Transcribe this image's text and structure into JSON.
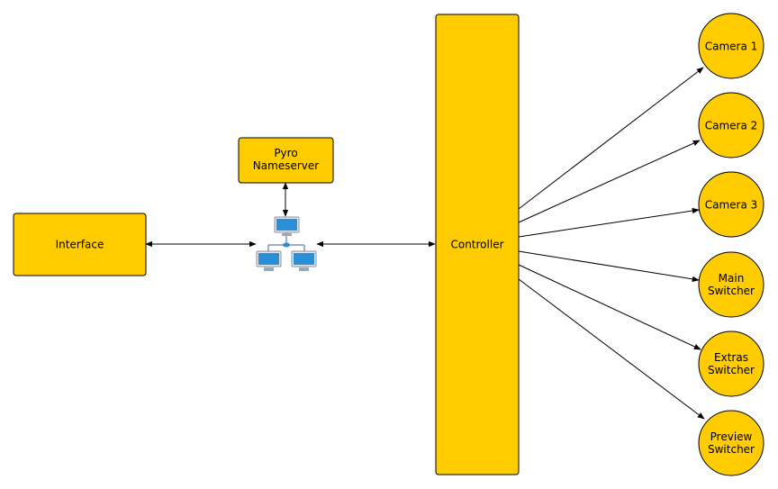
{
  "colors": {
    "node_fill": "#ffcc00",
    "node_stroke": "#000000",
    "edge": "#000000",
    "monitor_body": "#2a8fd6",
    "monitor_frame": "#7f95ab"
  },
  "nodes": {
    "interface": {
      "label": "Interface"
    },
    "pyro": {
      "line1": "Pyro",
      "line2": "Nameserver"
    },
    "network": {
      "icon": "network-icon"
    },
    "controller": {
      "label": "Controller"
    },
    "camera1": {
      "label": "Camera 1"
    },
    "camera2": {
      "label": "Camera 2"
    },
    "camera3": {
      "label": "Camera 3"
    },
    "main_switcher": {
      "line1": "Main",
      "line2": "Switcher"
    },
    "extras_switcher": {
      "line1": "Extras",
      "line2": "Switcher"
    },
    "preview_switcher": {
      "line1": "Preview",
      "line2": "Switcher"
    }
  },
  "edges": [
    {
      "from": "interface",
      "to": "network",
      "direction": "both"
    },
    {
      "from": "pyro",
      "to": "network",
      "direction": "both"
    },
    {
      "from": "network",
      "to": "controller",
      "direction": "both"
    },
    {
      "from": "controller",
      "to": "camera1",
      "direction": "forward"
    },
    {
      "from": "controller",
      "to": "camera2",
      "direction": "forward"
    },
    {
      "from": "controller",
      "to": "camera3",
      "direction": "forward"
    },
    {
      "from": "controller",
      "to": "main_switcher",
      "direction": "forward"
    },
    {
      "from": "controller",
      "to": "extras_switcher",
      "direction": "forward"
    },
    {
      "from": "controller",
      "to": "preview_switcher",
      "direction": "forward"
    }
  ]
}
